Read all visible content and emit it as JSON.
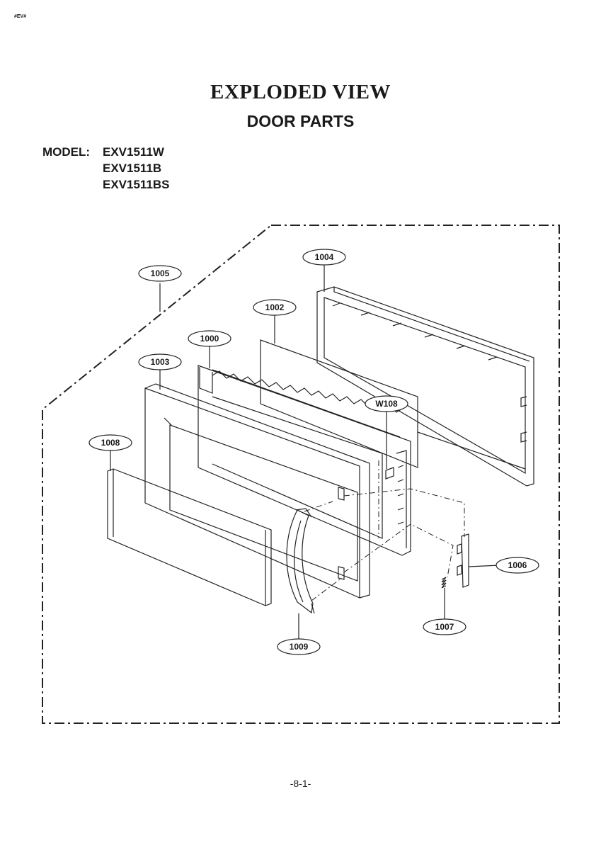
{
  "header": {
    "corner_mark": "#EV#"
  },
  "title": "EXPLODED VIEW",
  "subtitle": "DOOR PARTS",
  "model": {
    "label": "MODEL:",
    "numbers": [
      "EXV1511W",
      "EXV1511B",
      "EXV1511BS"
    ]
  },
  "callouts": {
    "c1005": "1005",
    "c1004": "1004",
    "c1002": "1002",
    "c1000": "1000",
    "c1003": "1003",
    "cW108": "W108",
    "c1008": "1008",
    "c1006": "1006",
    "c1007": "1007",
    "c1009": "1009"
  },
  "footer": {
    "page_number": "-8-1-"
  }
}
